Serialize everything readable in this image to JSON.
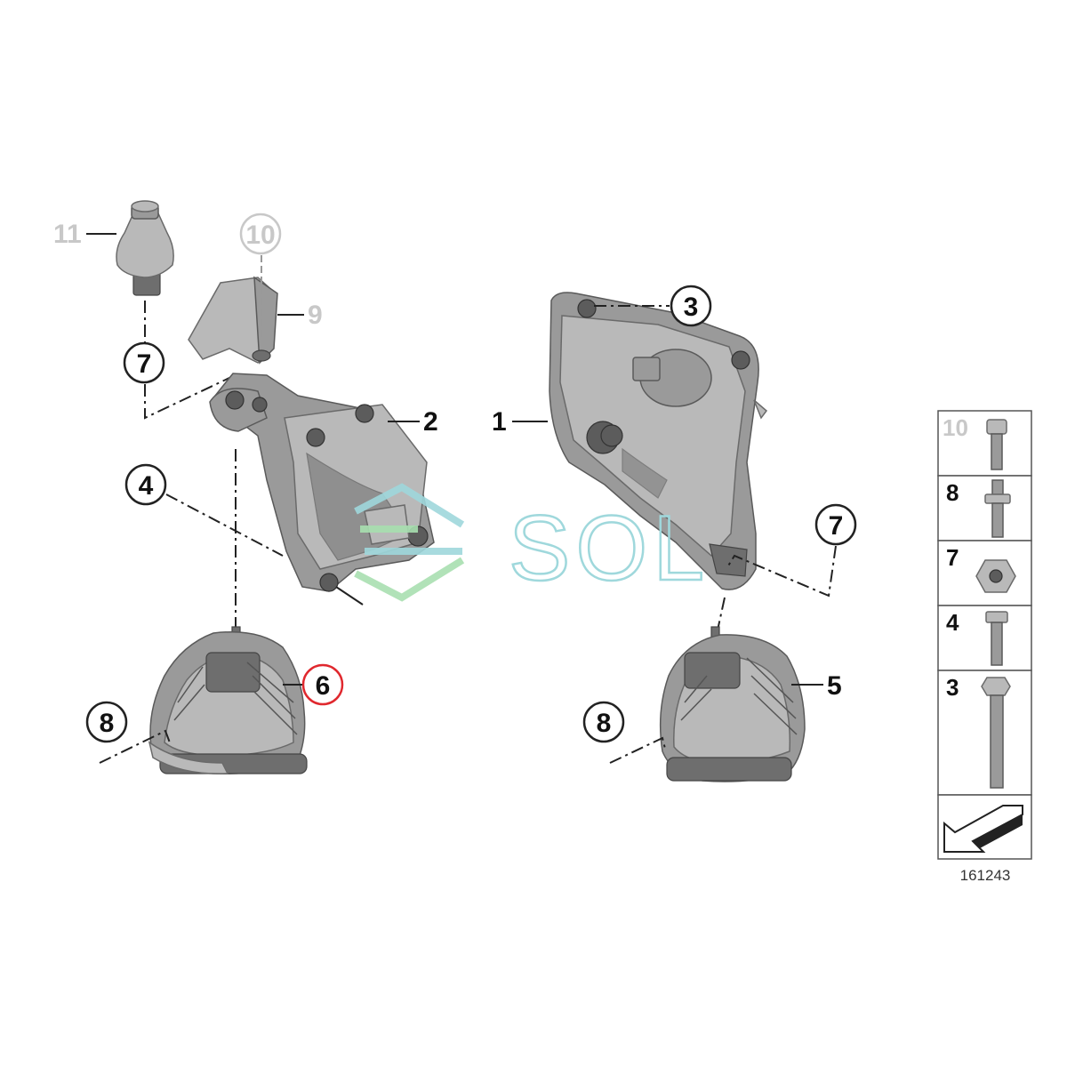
{
  "diagram": {
    "callouts": {
      "c1": "1",
      "c2": "2",
      "c3": "3",
      "c4": "4",
      "c5": "5",
      "c6": "6",
      "c7_left": "7",
      "c7_right": "7",
      "c8_left": "8",
      "c8_right": "8",
      "c9": "9",
      "c10": "10",
      "c11": "11"
    },
    "highlighted_callout": "6",
    "watermark": "SOL",
    "legend": {
      "rows": [
        "10",
        "8",
        "7",
        "4",
        "3"
      ],
      "reference_number": "161243"
    },
    "colors": {
      "highlight": "#e0282e",
      "watermark": "#9fd8dc",
      "inactive_label": "#c8c8c8"
    }
  }
}
